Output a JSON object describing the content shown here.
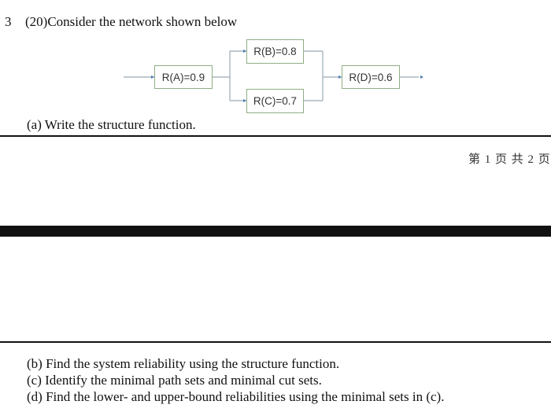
{
  "question": {
    "number": "3",
    "stem": "(20)Consider the network shown below",
    "part_a": "(a) Write the structure function.",
    "part_b": "(b) Find the system reliability using the structure function.",
    "part_c": "(c) Identify the minimal path sets and minimal cut sets.",
    "part_d": "(d) Find the lower- and upper-bound reliabilities using the minimal sets in (c)."
  },
  "diagram": {
    "blocks": [
      {
        "label": "R(A)=0.9"
      },
      {
        "label": "R(B)=0.8"
      },
      {
        "label": "R(C)=0.7"
      },
      {
        "label": "R(D)=0.6"
      }
    ],
    "line_color": "#9aa9b8",
    "arrow_color": "#4a78b0",
    "box_border_color": "#8fae86"
  },
  "footer": {
    "page_info": "第 1 页 共 2 页"
  }
}
